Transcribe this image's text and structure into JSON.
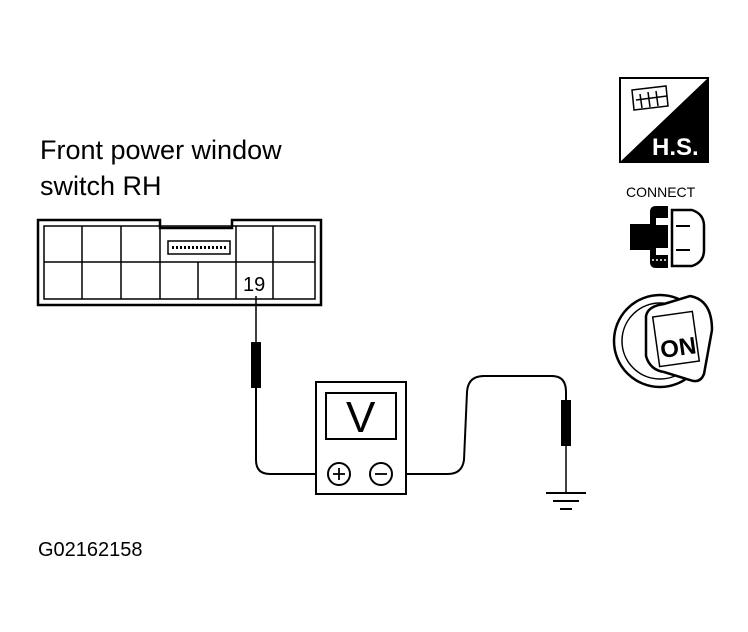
{
  "connector": {
    "title_line1": "Front power window",
    "title_line2": "switch RH",
    "pin_number": "19"
  },
  "meter": {
    "display": "V"
  },
  "icons": {
    "harness_side_label": "H.S.",
    "connect_label": "CONNECT",
    "ignition_label": "ON"
  },
  "figure_code": "G02162158"
}
